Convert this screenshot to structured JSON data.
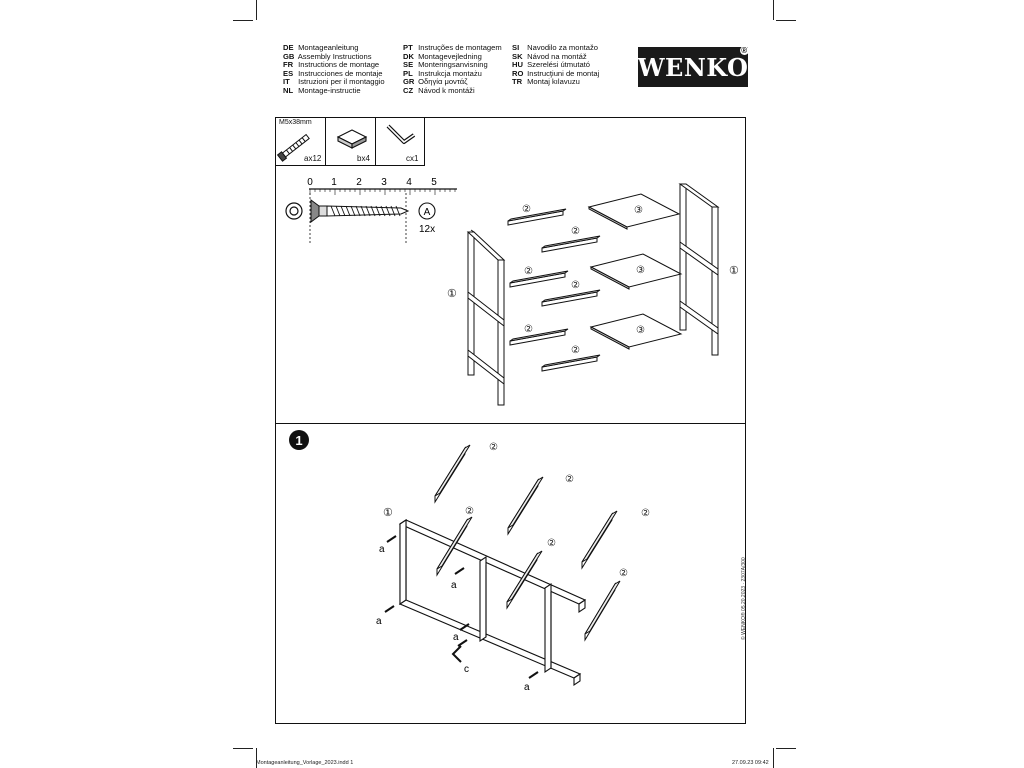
{
  "languages": {
    "col1": [
      {
        "code": "DE",
        "text": "Montageanleitung"
      },
      {
        "code": "GB",
        "text": "Assembly Instructions"
      },
      {
        "code": "FR",
        "text": "Instructions de montage"
      },
      {
        "code": "ES",
        "text": "Instrucciones de montaje"
      },
      {
        "code": "IT",
        "text": "Istruzioni per il montaggio"
      },
      {
        "code": "NL",
        "text": "Montage-instructie"
      }
    ],
    "col2": [
      {
        "code": "PT",
        "text": "Instruções de montagem"
      },
      {
        "code": "DK",
        "text": "Montagevejledning"
      },
      {
        "code": "SE",
        "text": "Monteringsanvisning"
      },
      {
        "code": "PL",
        "text": "Instrukcja montażu"
      },
      {
        "code": "GR",
        "text": "Οδηγία μοντάζ"
      },
      {
        "code": "CZ",
        "text": "Návod k montáži"
      }
    ],
    "col3": [
      {
        "code": "SI",
        "text": "Navodilo za montažo"
      },
      {
        "code": "SK",
        "text": "Návod na montáž"
      },
      {
        "code": "HU",
        "text": "Szerelési útmutató"
      },
      {
        "code": "RO",
        "text": "Instrucţiuni de montaj"
      },
      {
        "code": "TR",
        "text": "Montaj kılavuzu"
      }
    ]
  },
  "logo": {
    "text": "WENKO",
    "reg": "®"
  },
  "parts": {
    "screw_spec": "M5x38mm",
    "screw_qty": "ax12",
    "pad_qty": "bx4",
    "key_qty": "cx1"
  },
  "ruler": {
    "ticks": [
      "0",
      "1",
      "2",
      "3",
      "4",
      "5"
    ]
  },
  "screw_detail": {
    "letter": "A",
    "qty": "12x"
  },
  "labels": {
    "frame": "①",
    "rail": "②",
    "shelf": "③",
    "a": "a",
    "c": "c"
  },
  "step": {
    "number": "1"
  },
  "sidenote": "© WENKO® 05.20.2023 · 2307A/300",
  "footer": {
    "left": "Montageanleitung_Vorlage_2023.indd   1",
    "right": "27.09.23   09:42"
  }
}
